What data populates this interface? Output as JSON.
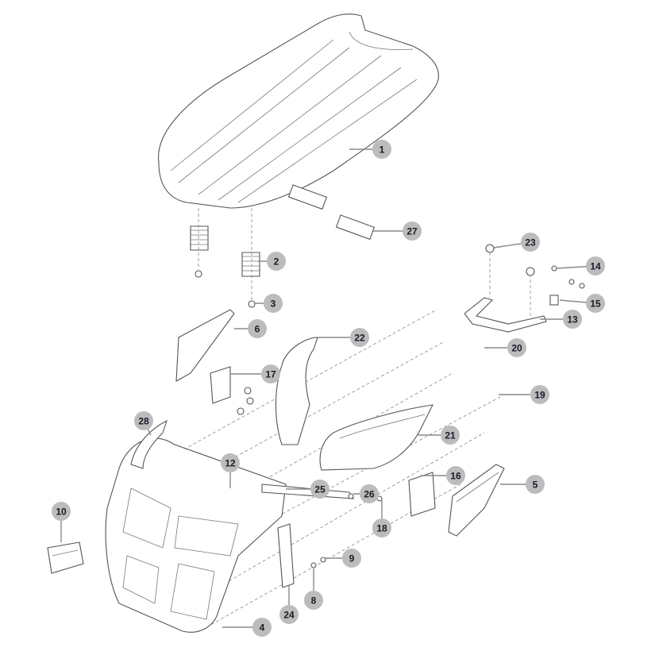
{
  "diagram": {
    "type": "exploded parts diagram",
    "callouts": [
      "1",
      "2",
      "3",
      "4",
      "5",
      "6",
      "8",
      "9",
      "10",
      "12",
      "13",
      "14",
      "15",
      "16",
      "17",
      "18",
      "19",
      "20",
      "21",
      "22",
      "23",
      "24",
      "25",
      "26",
      "27",
      "28"
    ],
    "colors": {
      "bubble": "#bcbcbc",
      "line": "#555555",
      "leader": "#8a8a8a"
    }
  }
}
